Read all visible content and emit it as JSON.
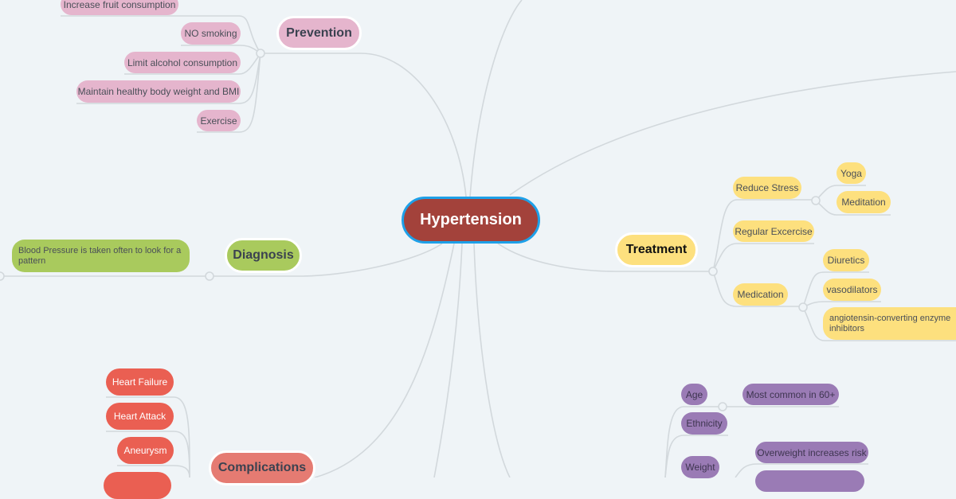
{
  "central_topic": "Hypertension",
  "colors": {
    "center": "#a3423b",
    "center_border": "#1ea0e8",
    "prevention": "#e5b5cd",
    "diagnosis": "#a9ca5d",
    "treatment": "#fde07e",
    "risk_factors": "#9a7bb5",
    "complications": "#e57b72",
    "complication_items": "#ea5f52",
    "connector": "#d2d8dc"
  },
  "branches": {
    "prevention": {
      "label": "Prevention",
      "items": [
        "Increase fruit consumption",
        "NO smoking",
        "Limit alcohol consumption",
        "Maintain healthy body weight and BMI",
        "Exercise"
      ]
    },
    "diagnosis": {
      "label": "Diagnosis",
      "items": [
        "Blood Pressure is taken often to look for a pattern"
      ]
    },
    "treatment": {
      "label": "Treatment",
      "items": [
        {
          "label": "Reduce Stress",
          "children": [
            "Yoga",
            "Meditation"
          ]
        },
        {
          "label": "Regular Excercise"
        },
        {
          "label": "Medication",
          "children": [
            "Diuretics",
            "vasodilators",
            "angiotensin-converting enzyme inhibitors"
          ]
        }
      ]
    },
    "risk_factors": {
      "items": [
        {
          "label": "Age",
          "children": [
            "Most common in 60+"
          ]
        },
        {
          "label": "Ethnicity"
        },
        {
          "label": "Weight",
          "children": [
            "Overweight increases risk"
          ]
        }
      ]
    },
    "complications": {
      "label": "Complications",
      "items": [
        "Heart Failure",
        "Heart Attack",
        "Aneurysm"
      ]
    }
  }
}
